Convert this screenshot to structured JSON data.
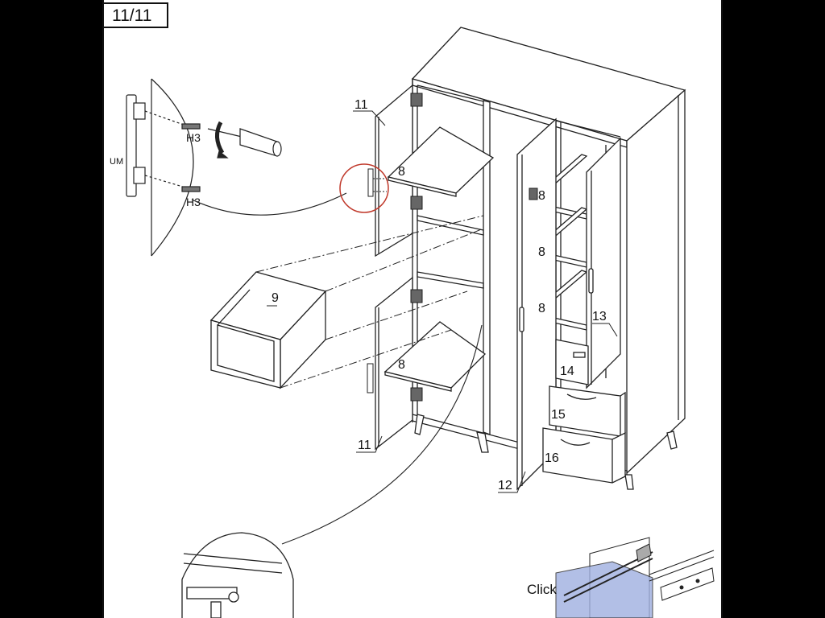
{
  "step": "11/11",
  "labels": {
    "um": "UM",
    "h3_top": "H3",
    "h3_bottom": "H3",
    "door_top": "11",
    "door_bottom": "11",
    "shelf_top_left": "8",
    "shelf_bottom_left": "8",
    "shelf_right_1": "8",
    "shelf_right_2": "8",
    "shelf_right_3": "8",
    "box_9": "9",
    "door_12": "12",
    "door_13": "13",
    "drawer_14": "14",
    "drawer_15": "15",
    "drawer_16": "16",
    "click": "Click"
  },
  "colors": {
    "line": "#222222",
    "highlight": "#c0392b",
    "drawer_fill": "#9fb0e0"
  }
}
